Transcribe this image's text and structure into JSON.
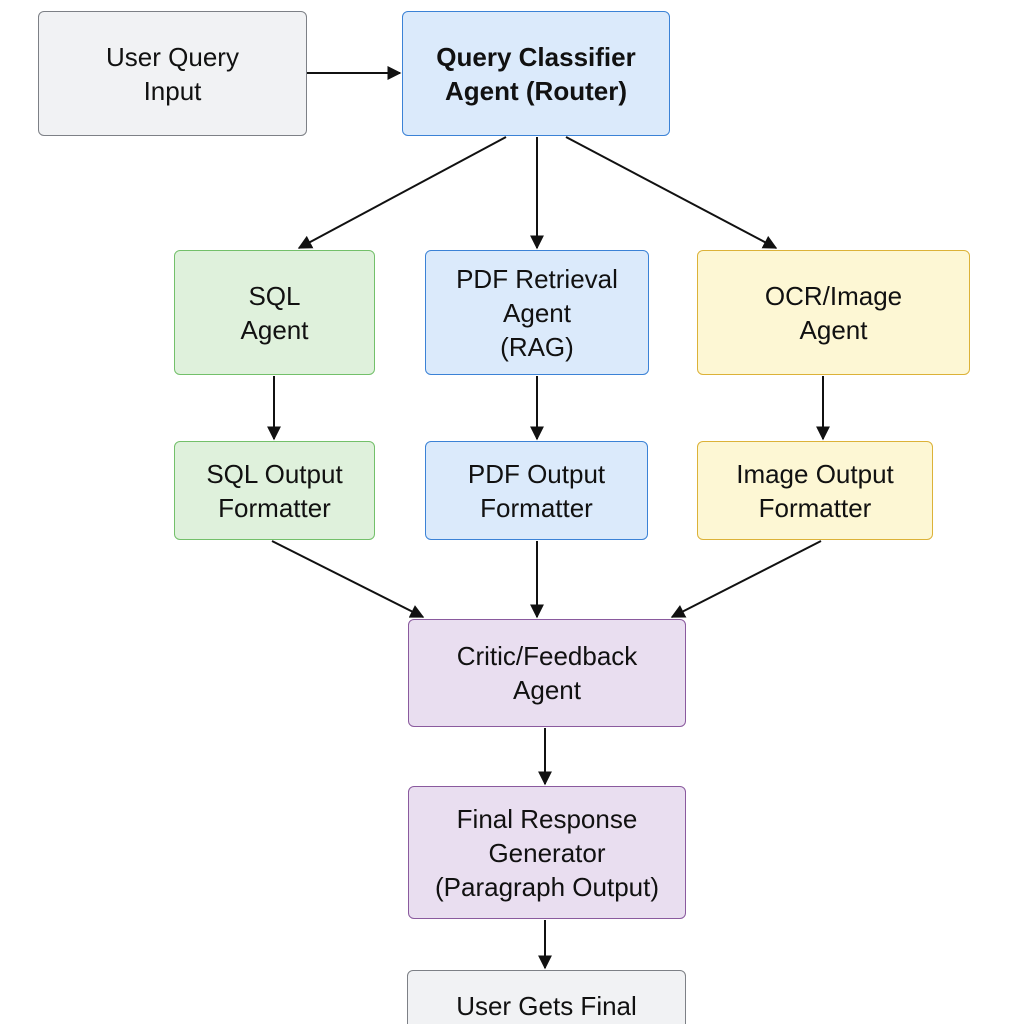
{
  "nodes": {
    "user_input": [
      "User Query",
      "Input"
    ],
    "classifier": [
      "Query Classifier",
      "Agent (Router)"
    ],
    "sql_agent": [
      "SQL",
      "Agent"
    ],
    "pdf_agent": [
      "PDF Retrieval",
      "Agent",
      "(RAG)"
    ],
    "ocr_agent": [
      "OCR/Image",
      "Agent"
    ],
    "sql_formatter": [
      "SQL Output",
      "Formatter"
    ],
    "pdf_formatter": [
      "PDF Output",
      "Formatter"
    ],
    "image_formatter": [
      "Image Output",
      "Formatter"
    ],
    "critic": [
      "Critic/Feedback",
      "Agent"
    ],
    "final_generator": [
      "Final Response",
      "Generator",
      "(Paragraph Output)"
    ],
    "user_gets": [
      "User Gets Final"
    ]
  },
  "edges": [
    {
      "from": "user_input",
      "to": "classifier"
    },
    {
      "from": "classifier",
      "to": "sql_agent"
    },
    {
      "from": "classifier",
      "to": "pdf_agent"
    },
    {
      "from": "classifier",
      "to": "ocr_agent"
    },
    {
      "from": "sql_agent",
      "to": "sql_formatter"
    },
    {
      "from": "pdf_agent",
      "to": "pdf_formatter"
    },
    {
      "from": "ocr_agent",
      "to": "image_formatter"
    },
    {
      "from": "sql_formatter",
      "to": "critic"
    },
    {
      "from": "pdf_formatter",
      "to": "critic"
    },
    {
      "from": "image_formatter",
      "to": "critic"
    },
    {
      "from": "critic",
      "to": "final_generator"
    },
    {
      "from": "final_generator",
      "to": "user_gets"
    }
  ],
  "colors": {
    "gray": "#f1f2f4",
    "blue": "#dbeafb",
    "green": "#dff1dc",
    "yellow": "#fdf7d4",
    "purple": "#e9def0",
    "arrow": "#111111"
  }
}
